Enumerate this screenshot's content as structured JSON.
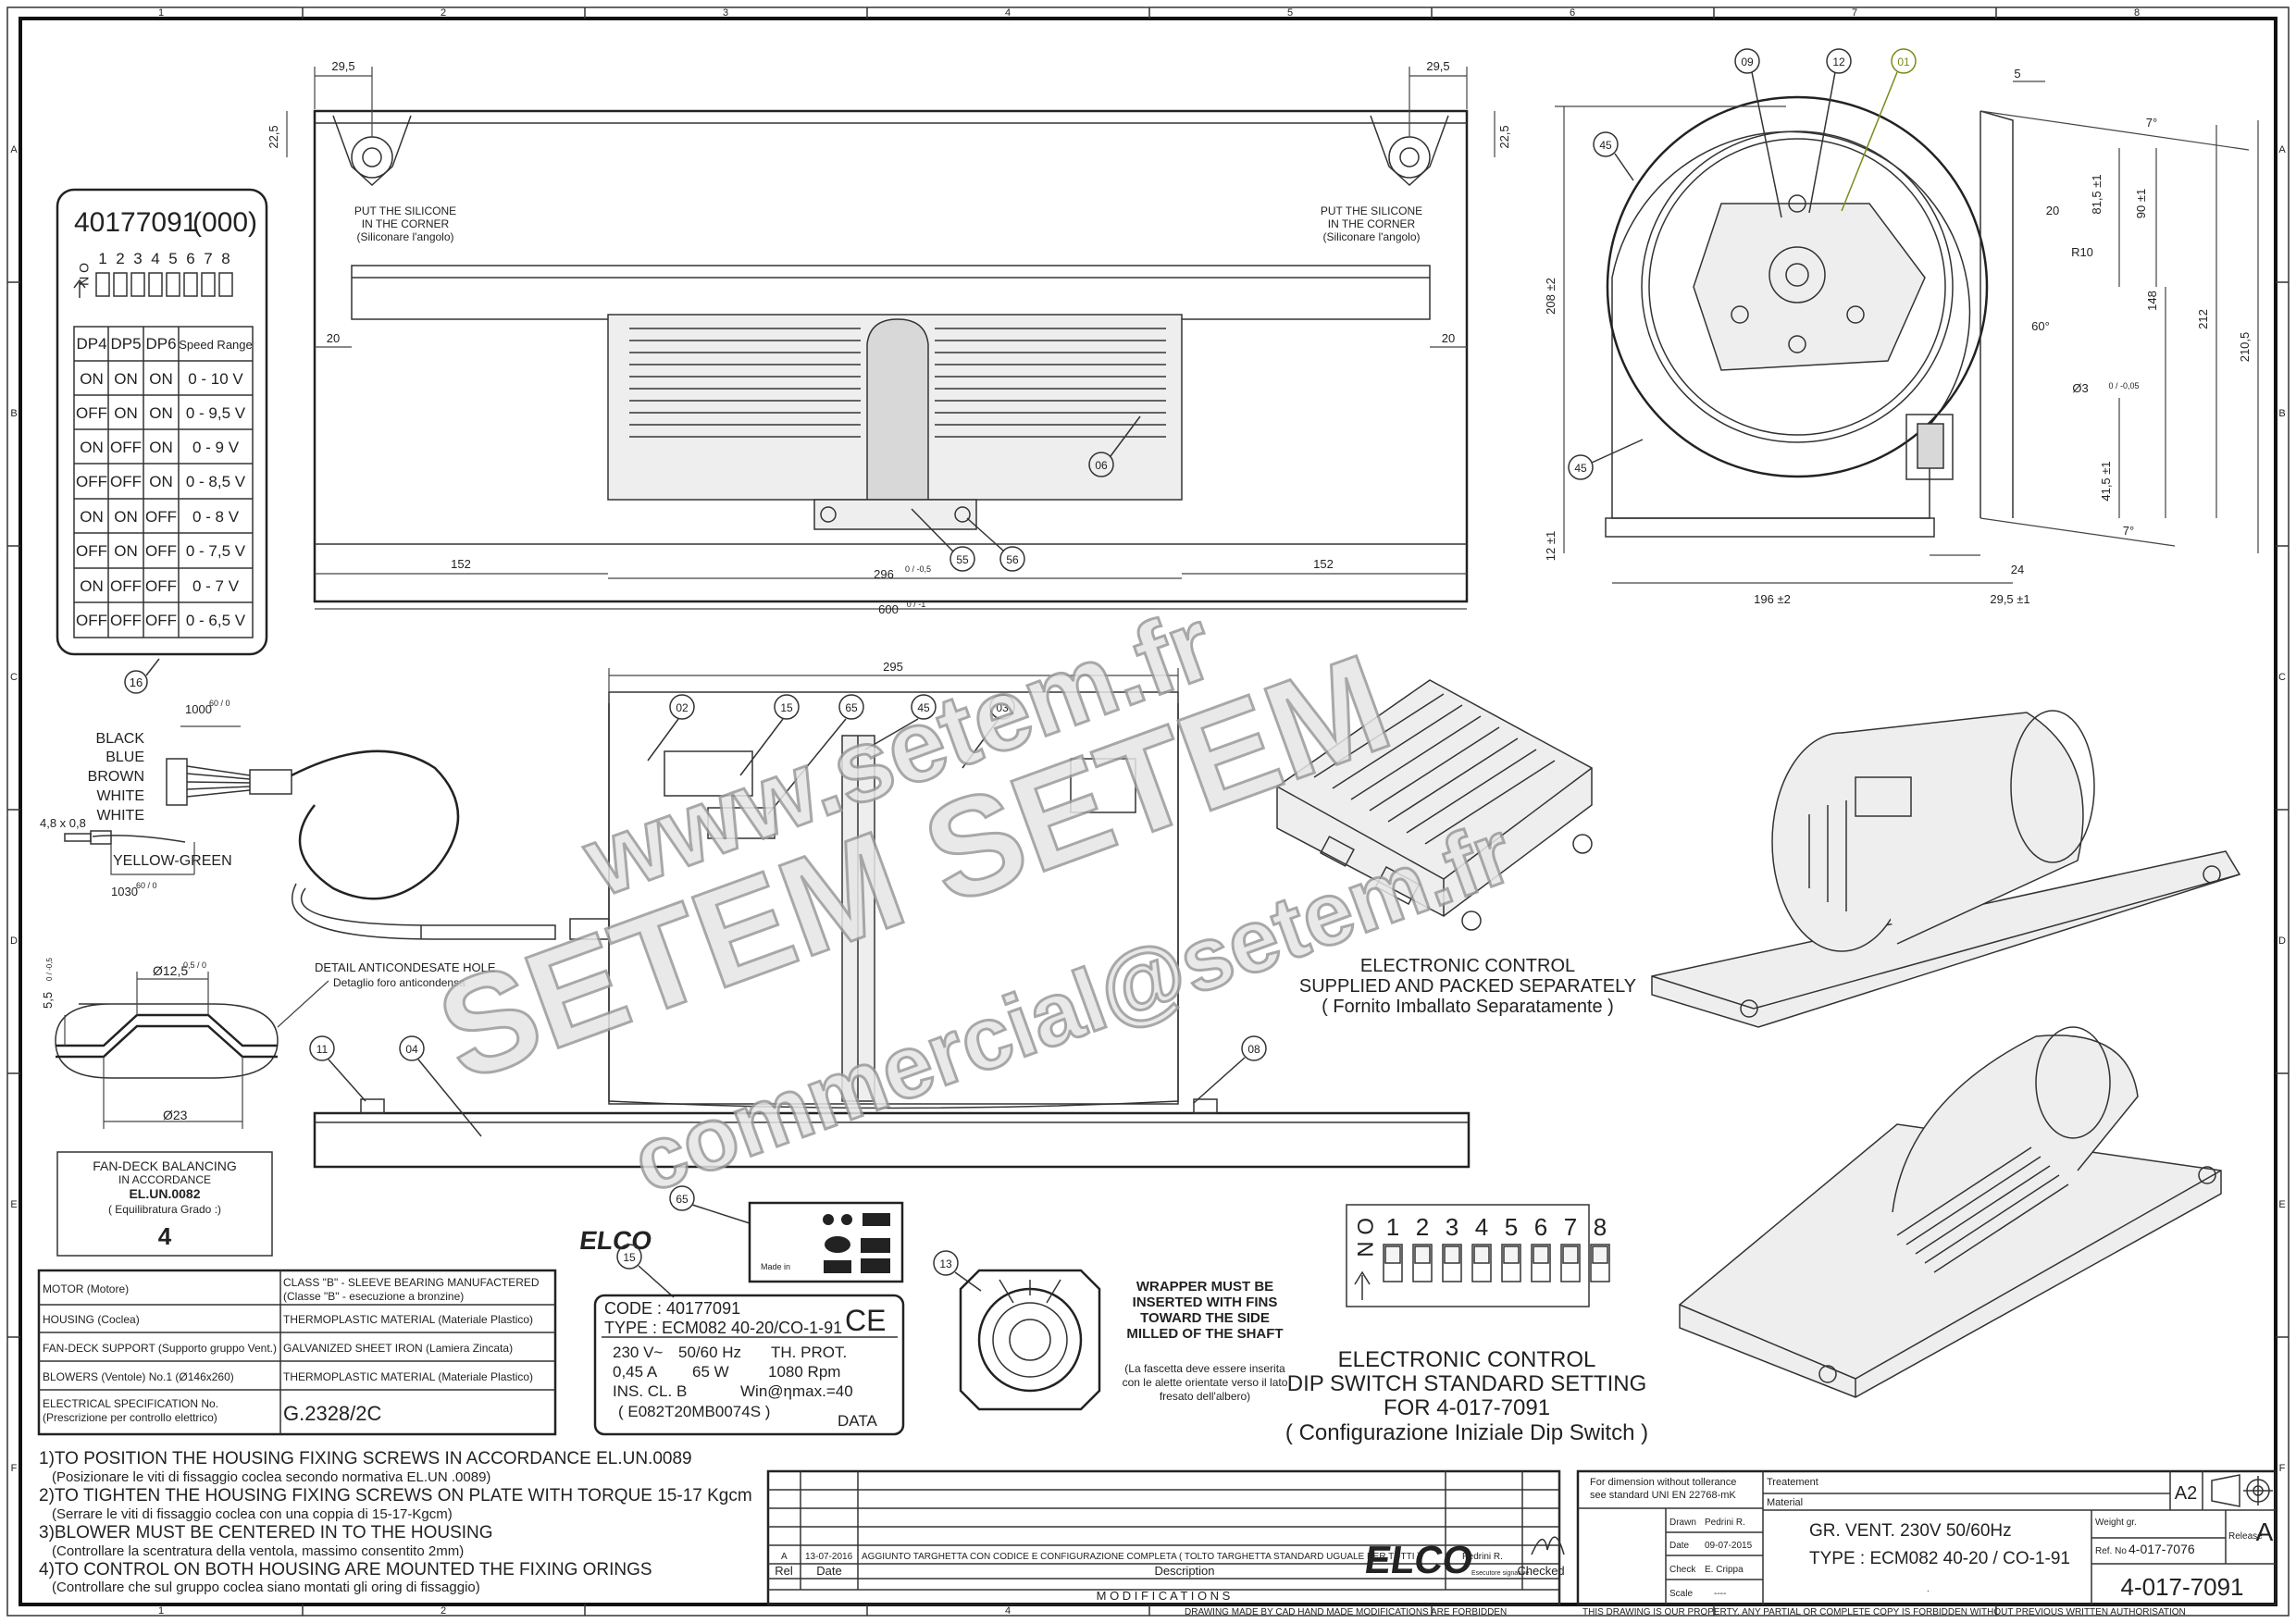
{
  "grid": {
    "cols": [
      "1",
      "2",
      "3",
      "4",
      "5",
      "6",
      "7",
      "8"
    ],
    "rows": [
      "A",
      "B",
      "C",
      "D",
      "E",
      "F"
    ]
  },
  "code_box": {
    "code": "40177091",
    "rev": "(000)",
    "dip_on": "O N",
    "dip_numbers": [
      "1",
      "2",
      "3",
      "4",
      "5",
      "6",
      "7",
      "8"
    ],
    "headers": [
      "DP4",
      "DP5",
      "DP6",
      "Speed Range"
    ],
    "rows": [
      [
        "ON",
        "ON",
        "ON",
        "0 - 10 V"
      ],
      [
        "OFF",
        "ON",
        "ON",
        "0 - 9,5 V"
      ],
      [
        "ON",
        "OFF",
        "ON",
        "0 - 9 V"
      ],
      [
        "OFF",
        "OFF",
        "ON",
        "0 - 8,5 V"
      ],
      [
        "ON",
        "ON",
        "OFF",
        "0 - 8 V"
      ],
      [
        "OFF",
        "ON",
        "OFF",
        "0 - 7,5 V"
      ],
      [
        "ON",
        "OFF",
        "OFF",
        "0 - 7 V"
      ],
      [
        "OFF",
        "OFF",
        "OFF",
        "0 - 6,5 V"
      ]
    ],
    "balloon": "16"
  },
  "front_view": {
    "dim_left_top": "29,5",
    "dim_right_top": "29,5",
    "dim_h_left": "22,5",
    "dim_h_right": "22,5",
    "note_left": [
      "PUT THE SILICONE",
      "IN THE CORNER",
      "(Siliconare l'angolo)"
    ],
    "note_right": [
      "PUT THE SILICONE",
      "IN THE CORNER",
      "(Siliconare l'angolo)"
    ],
    "dim_20_left": "20",
    "dim_20_right": "20",
    "dim_152_left": "152",
    "dim_152_right": "152",
    "dim_296": "296",
    "dim_296_tol": "0 / -0,5",
    "dim_600": "600",
    "dim_600_tol": "0 / -1",
    "balloons": [
      "06",
      "55",
      "56"
    ]
  },
  "side_view": {
    "balloons": [
      "09",
      "12",
      "01",
      "45",
      "45"
    ],
    "dims": {
      "d5": "5",
      "d7": "7°",
      "d815": "81,5 ±1",
      "d90": "90 ±1",
      "d20": "20",
      "r10": "R10",
      "d60": "60°",
      "d148": "148",
      "d212": "212",
      "d2105": "210,5",
      "d208": "208 ±2",
      "d3": "Ø3",
      "d3_tol": "0 / -0,05",
      "d415": "41,5 ±1",
      "d7b": "7°",
      "d12": "12 ±1",
      "d24": "24",
      "d196": "196 ±2",
      "d295b": "29,5 ±1"
    }
  },
  "cable": {
    "wires": [
      "BLACK",
      "BLUE",
      "BROWN",
      "WHITE",
      "WHITE"
    ],
    "len1": "1000",
    "len1_tol": "60 / 0",
    "terminal": "4,8 x 0,8",
    "ground": "YELLOW-GREEN",
    "len2": "1030",
    "len2_tol": "60 / 0"
  },
  "detail_hole": {
    "title": "DETAIL  ANTICONDESATE  HOLE",
    "subtitle": "Detaglio foro anticondensa",
    "dia_top": "Ø12,5",
    "dia_top_tol": "0,5 / 0",
    "dim_h": "5,5",
    "dim_h_tol": "0 / -0,5",
    "dia_bottom": "Ø23"
  },
  "plan_view": {
    "dim_295": "295",
    "balloons": [
      "02",
      "15",
      "65",
      "45",
      "03",
      "11",
      "04",
      "08"
    ]
  },
  "electronic_control": {
    "title": [
      "ELECTRONIC CONTROL",
      "SUPPLIED AND PACKED SEPARATELY",
      "( Fornito Imballato Separatamente )"
    ]
  },
  "balancing": {
    "line1": "FAN-DECK BALANCING",
    "line2": "IN ACCORDANCE",
    "line3": "EL.UN.0082",
    "line4": "( Equilibratura Grado :)",
    "grade": "4"
  },
  "materials": [
    [
      "MOTOR  (Motore)",
      "CLASS \"B\"  -  SLEEVE BEARING MANUFACTERED",
      "(Classe \"B\"  -  esecuzione a bronzine)"
    ],
    [
      "HOUSING  (Coclea)",
      "THERMOPLASTIC MATERIAL  (Materiale Plastico)",
      ""
    ],
    [
      "FAN-DECK SUPPORT  (Supporto gruppo Vent.)",
      "GALVANIZED SHEET IRON  (Lamiera Zincata)",
      ""
    ],
    [
      "BLOWERS (Ventole)  No.1  (Ø146x260)",
      "THERMOPLASTIC MATERIAL  (Materiale Plastico)",
      ""
    ],
    [
      "ELECTRICAL SPECIFICATION No.",
      "G.2328/2C",
      "(Prescrizione per controllo elettrico)"
    ]
  ],
  "label65": {
    "balloon": "65",
    "brand": "ELCO",
    "made": "Made in"
  },
  "nameplate": {
    "balloon": "15",
    "code": "CODE : 40177091",
    "type": "TYPE : ECM082 40-20/CO-1-91",
    "ce": "CE",
    "l1a": "230 V~",
    "l1b": "50/60 Hz",
    "l1c": "TH. PROT.",
    "l2a": "0,45 A",
    "l2b": "65 W",
    "l2c": "1080 Rpm",
    "l3a": "INS. CL. B",
    "l3b": "Win@ηmax.=40",
    "l4a": "( E082T20MB0074S )",
    "l4b": "DATA"
  },
  "wrapper": {
    "balloon": "13",
    "note": [
      "WRAPPER MUST BE",
      "INSERTED WITH FINS",
      "TOWARD THE SIDE",
      "MILLED OF THE SHAFT"
    ],
    "note_it": [
      "(La fascetta deve essere inserita",
      "con le alette orientate verso il lato",
      "fresato dell'albero)"
    ]
  },
  "dip_big": {
    "on": "O N",
    "numbers": [
      "1",
      "2",
      "3",
      "4",
      "5",
      "6",
      "7",
      "8"
    ],
    "title": [
      "ELECTRONIC CONTROL",
      "DIP SWITCH STANDARD SETTING",
      "FOR 4-017-7091",
      "( Configurazione Iniziale Dip Switch )"
    ]
  },
  "notes": [
    [
      "1)TO POSITION THE HOUSING FIXING SCREWS IN ACCORDANCE EL.UN.0089",
      "(Posizionare le viti di fissaggio coclea secondo normativa EL.UN .0089)"
    ],
    [
      "2)TO TIGHTEN THE HOUSING FIXING SCREWS ON PLATE WITH TORQUE 15-17 Kgcm",
      "(Serrare le viti di fissaggio coclea con una coppia di 15-17-Kgcm)"
    ],
    [
      "3)BLOWER MUST BE CENTERED IN TO THE HOUSING",
      "(Controllare la scentratura della ventola, massimo consentito 2mm)"
    ],
    [
      "4)TO CONTROL ON BOTH HOUSING ARE MOUNTED THE FIXING ORINGS",
      "(Controllare che sul gruppo coclea siano montati gli oring di fissaggio)"
    ]
  ],
  "modifications": {
    "rev": "A",
    "date": "13-07-2016",
    "desc": "AGGIUNTO TARGHETTA CON CODICE E CONFIGURAZIONE COMPLETA ( TOLTO TARGHETTA STANDARD UGUALE PER TUTTI )",
    "by": "Pedrini R.",
    "exec": "Esecutore signature",
    "h_rel": "Rel",
    "h_date": "Date",
    "h_desc": "Description",
    "h_checked": "Checked",
    "footer": "M O D I F I C A T I O N S"
  },
  "title_block": {
    "tol_note": [
      "For dimension without tollerance",
      "see standard UNI EN 22768-mK"
    ],
    "treatement": "Treatement",
    "material": "Material",
    "size": "A2",
    "brand": "ELCO",
    "drawn_l": "Drawn",
    "drawn_v": "Pedrini R.",
    "date_l": "Date",
    "date_v": "09-07-2015",
    "check_l": "Check",
    "check_v": "E. Crippa",
    "scale_l": "Scale",
    "scale_v": "----",
    "name": "GR. VENT.  230V  50/60Hz",
    "type": "TYPE :  ECM082 40-20 / CO-1-91",
    "weight_l": "Weight gr.",
    "ref_l": "Ref. No",
    "ref_v": "4-017-7076",
    "release_l": "Release",
    "release_v": "A",
    "number": "4-017-7091",
    "dot": "."
  },
  "footer": {
    "cad": "DRAWING MADE BY CAD HAND MADE MODIFICATIONS ARE FORBIDDEN",
    "property": "THIS DRAWING IS OUR PROPERTY. ANY PARTIAL OR COMPLETE COPY IS FORBIDDEN WITHOUT PREVIOUS WRITTEN AUTHORISATION"
  },
  "watermark": {
    "w1": "www.setem.fr",
    "w2": "SETEM SETEM",
    "w3": "commercial@setem.fr"
  }
}
